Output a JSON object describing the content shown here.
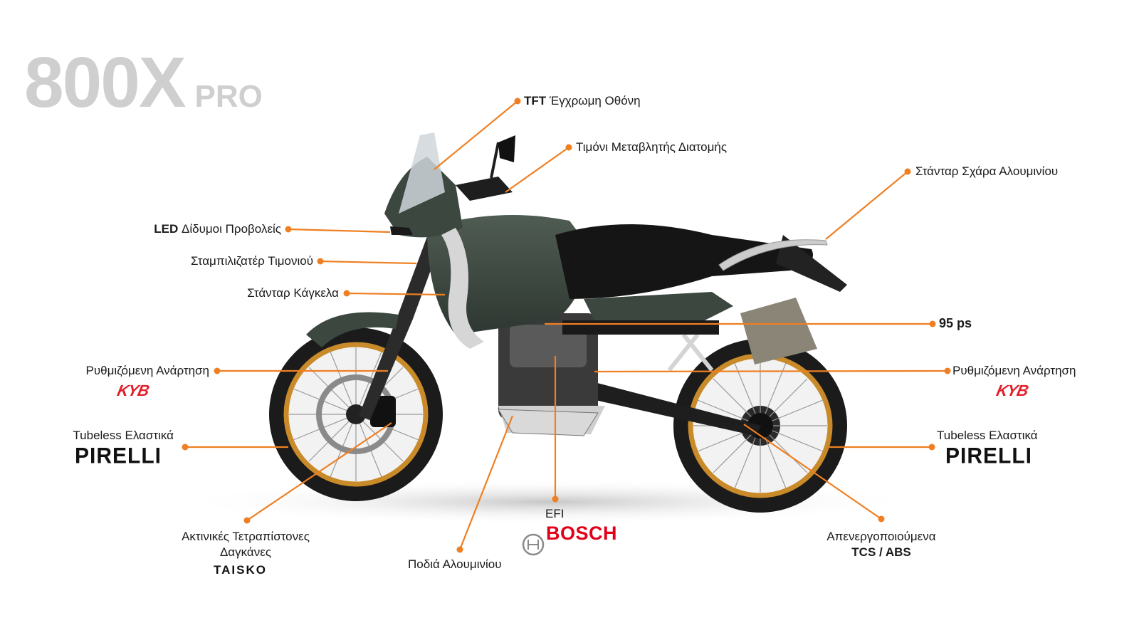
{
  "title": {
    "model": "800X",
    "suffix": "PRO"
  },
  "colors": {
    "accent": "#ef7f22",
    "bike_body": "#3c4740",
    "rim": "#c98a2a",
    "title_grey": "#cfcfcf",
    "kyb_red": "#e0202a",
    "bosch_red": "#e1001a"
  },
  "callouts": {
    "tft": {
      "bold": "TFT",
      "text": " Έγχρωμη Οθόνη"
    },
    "handlebar": {
      "text": "Τιμόνι Μεταβλητής Διατομής"
    },
    "rack": {
      "text": "Στάνταρ Σχάρα Αλουμινίου"
    },
    "led": {
      "bold": "LED",
      "text": " Δίδυμοι Προβολείς"
    },
    "damper": {
      "text": "Σταμπιλιζατέρ Τιμονιού"
    },
    "crashbars": {
      "text": "Στάνταρ Κάγκελα"
    },
    "power": {
      "text": "95 ps"
    },
    "susp_front": {
      "text": "Ρυθμιζόμενη Ανάρτηση",
      "brand": "KYB"
    },
    "susp_rear": {
      "text": "Ρυθμιζόμενη Ανάρτηση",
      "brand": "KYB"
    },
    "tyres_front": {
      "text": "Tubeless Ελαστικά",
      "brand": "PIRELLI"
    },
    "tyres_rear": {
      "text": "Tubeless Ελαστικά",
      "brand": "PIRELLI"
    },
    "calipers": {
      "line1": "Ακτινικές Τετραπίστονες",
      "line2": "Δαγκάνες",
      "brand": "TAISKO"
    },
    "footpegs": {
      "text": "Ποδιά Αλουμινίου"
    },
    "efi": {
      "text": "EFI",
      "brand": "BOSCH"
    },
    "tcs": {
      "line1": "Απενεργοποιούμενα",
      "line2": "TCS / ABS"
    }
  }
}
